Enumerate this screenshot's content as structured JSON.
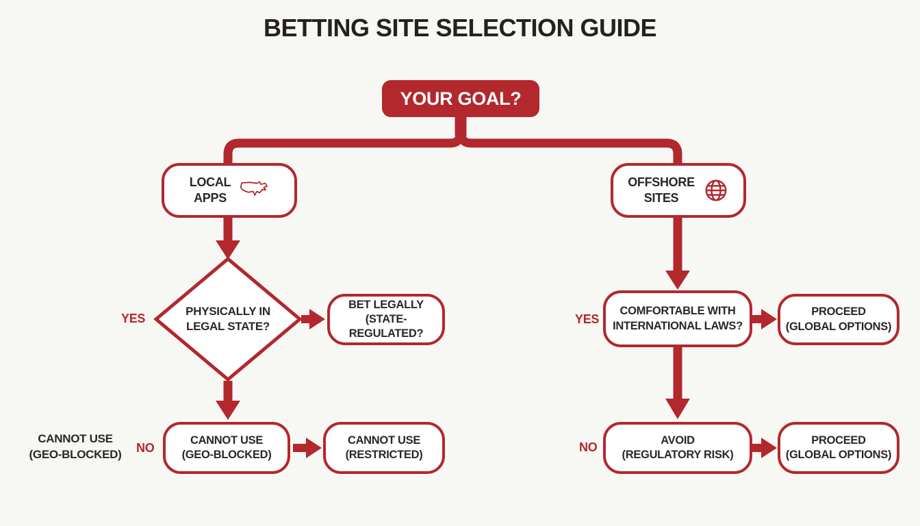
{
  "title": "BETTING SITE SELECTION GUIDE",
  "colors": {
    "accent_red": "#B2282D",
    "text_dark": "#2B2627",
    "background": "#F7F7F4"
  },
  "root": {
    "label": "YOUR GOAL?"
  },
  "branches": {
    "local": {
      "line1": "LOCAL",
      "line2": "APPS",
      "icon": "usa-map-icon"
    },
    "offshore": {
      "line1": "OFFSHORE",
      "line2": "SITES",
      "icon": "globe-icon"
    }
  },
  "left_flow": {
    "decision": {
      "line1": "PHYSICALLY IN",
      "line2": "LEGAL STATE?"
    },
    "yes_label": "YES",
    "yes_result": {
      "line1": "BET LEGALLY",
      "line2": "(STATE-REGULATED?"
    },
    "no_label": "NO",
    "no_result": {
      "line1": "CANNOT USE",
      "line2": "(GEO-BLOCKED)"
    },
    "no_result_next": {
      "line1": "CANNOT USE",
      "line2": "(RESTRICTED)"
    },
    "stray_note": {
      "line1": "CANNOT USE",
      "line2": "(GEO-BLOCKED)"
    }
  },
  "right_flow": {
    "decision": {
      "line1": "COMFORTABLE WITH",
      "line2": "INTERNATIONAL LAWS?"
    },
    "yes_label": "YES",
    "yes_result": {
      "line1": "PROCEED",
      "line2": "(GLOBAL OPTIONS)"
    },
    "no_label": "NO",
    "no_result": {
      "line1": "AVOID",
      "line2": "(REGULATORY RISK)"
    },
    "no_result_next": {
      "line1": "PROCEED",
      "line2": "(GLOBAL OPTIONS)"
    }
  }
}
